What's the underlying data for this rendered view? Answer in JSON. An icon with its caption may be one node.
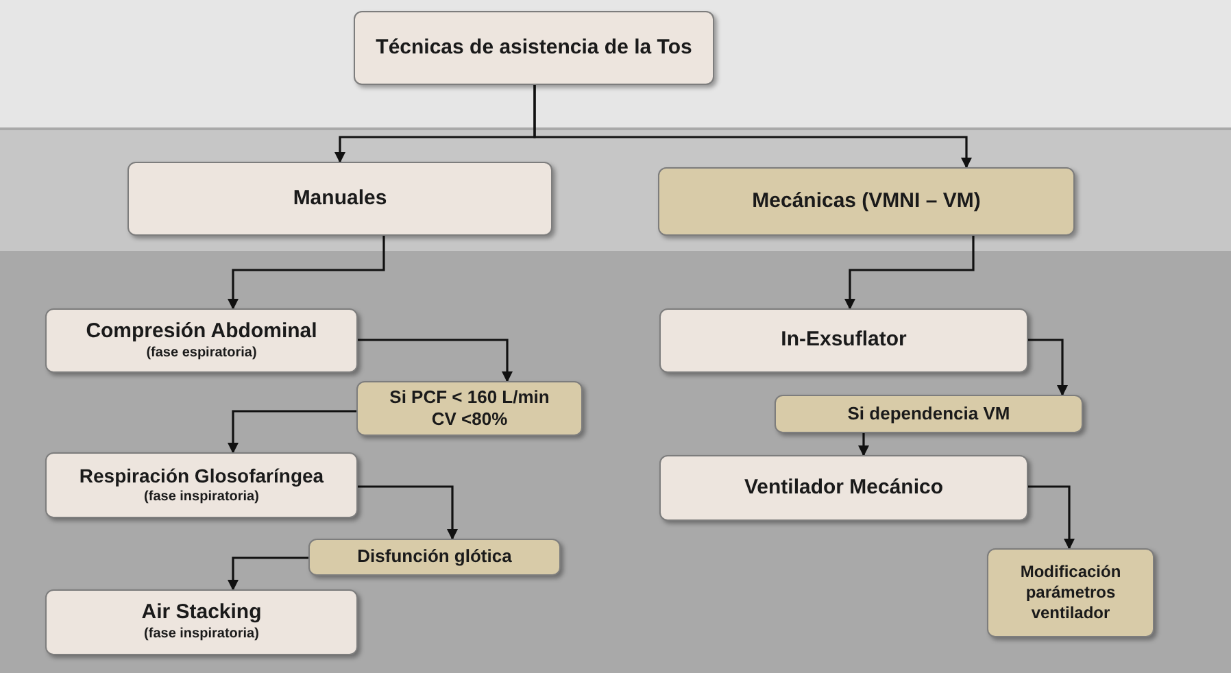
{
  "diagram": {
    "nodes": [
      {
        "text": [
          "Técnicas de asistencia de la Tos"
        ]
      },
      {
        "text": [
          "Manuales"
        ]
      },
      {
        "text": [
          "Mecánicas (VMNI – VM)"
        ]
      },
      {
        "text": [
          "Compresión  Abdominal",
          "(fase espiratoria)"
        ]
      },
      {
        "text": [
          "Si  PCF < 160 L/min CV <80%"
        ]
      },
      {
        "text": [
          "Respiración Glosofaríngea",
          "(fase inspiratoria)"
        ]
      },
      {
        "text": [
          "Disfunción glótica"
        ]
      },
      {
        "text": [
          "Air Stacking",
          "(fase inspiratoria)"
        ]
      },
      {
        "text": [
          "In-Exsuflator"
        ]
      },
      {
        "text": [
          "Si dependencia VM"
        ]
      },
      {
        "text": [
          "Ventilador Mecánico"
        ]
      },
      {
        "text": [
          "Modificación parámetros ventilador"
        ]
      }
    ],
    "edges": [
      {
        "from": 0,
        "to": 1,
        "arrow": "to"
      },
      {
        "from": 0,
        "to": 2,
        "arrow": "to"
      },
      {
        "from": 1,
        "to": 3,
        "arrow": "to"
      },
      {
        "from": 2,
        "to": 8,
        "arrow": "to"
      },
      {
        "from": 3,
        "to": 4,
        "arrow": "to"
      },
      {
        "from": 4,
        "to": 5,
        "arrow": "to"
      },
      {
        "from": 5,
        "to": 6,
        "arrow": "to"
      },
      {
        "from": 6,
        "to": 7,
        "arrow": "to"
      },
      {
        "from": 8,
        "to": 9,
        "arrow": "to"
      },
      {
        "from": 9,
        "to": 10,
        "arrow": "to"
      },
      {
        "from": 10,
        "to": 11,
        "arrow": "to"
      }
    ]
  }
}
